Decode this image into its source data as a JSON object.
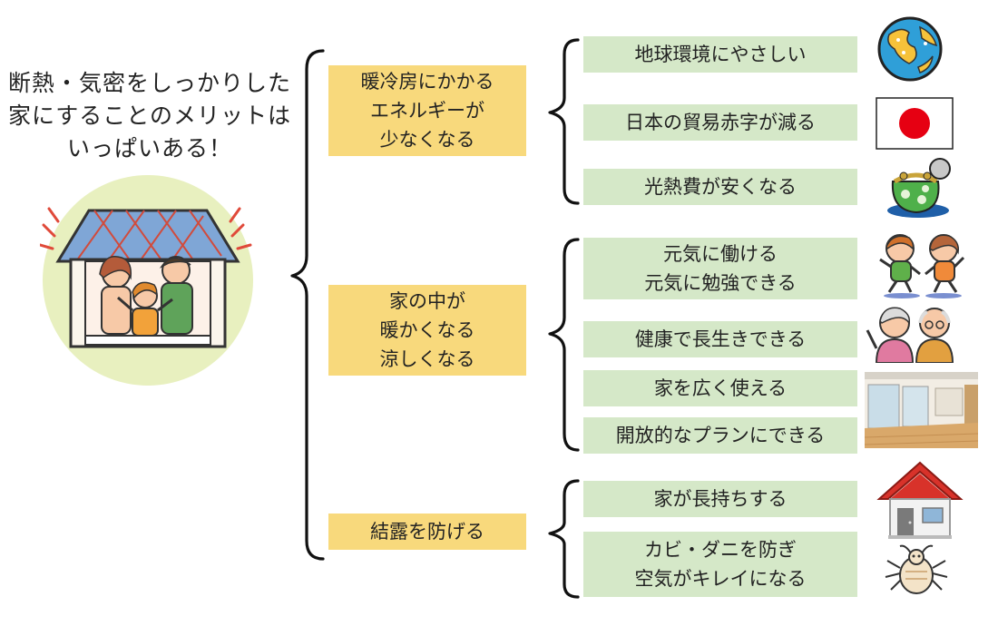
{
  "headline": {
    "lines": [
      "断熱・気密をしっかりした",
      "家にすることのメリットは",
      "いっぱいある！"
    ]
  },
  "categories": [
    {
      "lines": [
        "暖冷房にかかる",
        "エネルギーが",
        "少なくなる"
      ]
    },
    {
      "lines": [
        "家の中が",
        "暖かくなる",
        "涼しくなる"
      ]
    },
    {
      "lines": [
        "結露を防げる"
      ]
    }
  ],
  "benefits": [
    {
      "lines": [
        "地球環境にやさしい"
      ],
      "icon": "earth-icon"
    },
    {
      "lines": [
        "日本の貿易赤字が減る"
      ],
      "icon": "japan-flag-icon"
    },
    {
      "lines": [
        "光熱費が安くなる"
      ],
      "icon": "coin-purse-icon"
    },
    {
      "lines": [
        "元気に働ける",
        "元気に勉強できる"
      ],
      "icon": "running-children-icon"
    },
    {
      "lines": [
        "健康で長生きできる"
      ],
      "icon": "elderly-couple-icon"
    },
    {
      "lines": [
        "家を広く使える"
      ],
      "icon": "spacious-room-photo"
    },
    {
      "lines": [
        "開放的なプランにできる"
      ],
      "icon": "spacious-room-photo"
    },
    {
      "lines": [
        "家が長持ちする"
      ],
      "icon": "house-icon"
    },
    {
      "lines": [
        "カビ・ダニを防ぎ",
        "空気がキレイになる"
      ],
      "icon": "mite-icon"
    }
  ],
  "colors": {
    "category_fill": "#f8d97c",
    "benefit_fill": "#d5e8c8",
    "bracket": "#111111",
    "flag_red": "#e60012",
    "illustration_bg": "#e8f0bf"
  }
}
